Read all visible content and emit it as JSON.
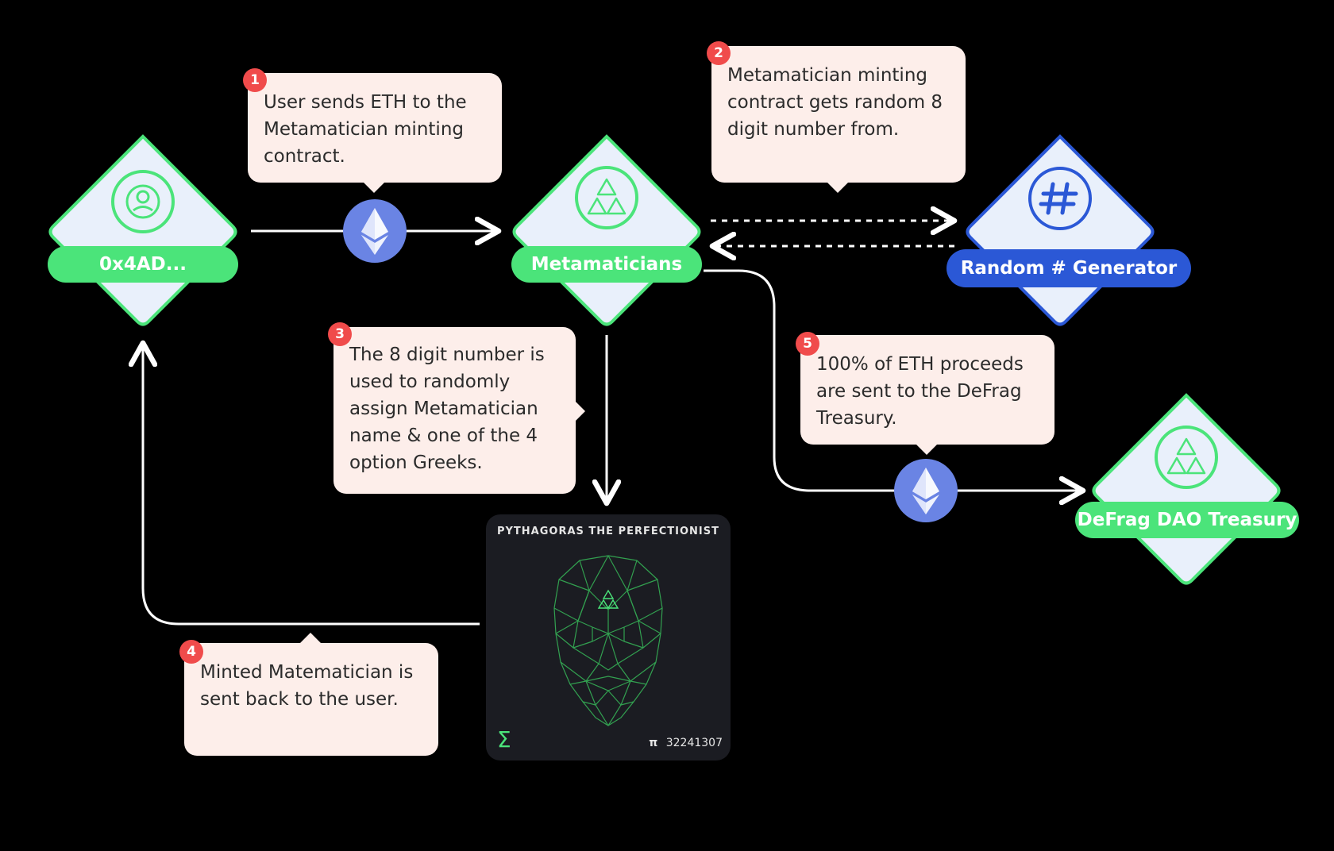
{
  "nodes": {
    "user": {
      "label": "0x4AD...",
      "icon": "user-icon"
    },
    "metamaticians": {
      "label": "Metamaticians",
      "icon": "triangles-icon"
    },
    "rng": {
      "label": "Random # Generator",
      "icon": "hash-icon"
    },
    "treasury": {
      "label": "DeFrag DAO Treasury",
      "icon": "triangles-icon"
    }
  },
  "steps": [
    {
      "num": "1",
      "text": "User sends ETH to the Metamatician minting contract."
    },
    {
      "num": "2",
      "text": "Metamatician minting contract gets random 8 digit number from."
    },
    {
      "num": "3",
      "text": "The 8 digit number is used to randomly assign Metamatician name & one of the 4 option Greeks."
    },
    {
      "num": "4",
      "text": "Minted Matematician is sent back to the user."
    },
    {
      "num": "5",
      "text": "100% of ETH proceeds are sent to the DeFrag Treasury."
    }
  ],
  "nft": {
    "title": "PYTHAGORAS THE PERFECTIONIST",
    "sigma": "Σ",
    "pi_symbol": "π",
    "number": "32241307"
  },
  "colors": {
    "background": "#000000",
    "green": "#4be47a",
    "blue": "#2b58d6",
    "eth": "#6a84e4",
    "callout": "#fdeeea",
    "badge": "#f04b4b",
    "diamond_fill": "#e9f0fb"
  }
}
